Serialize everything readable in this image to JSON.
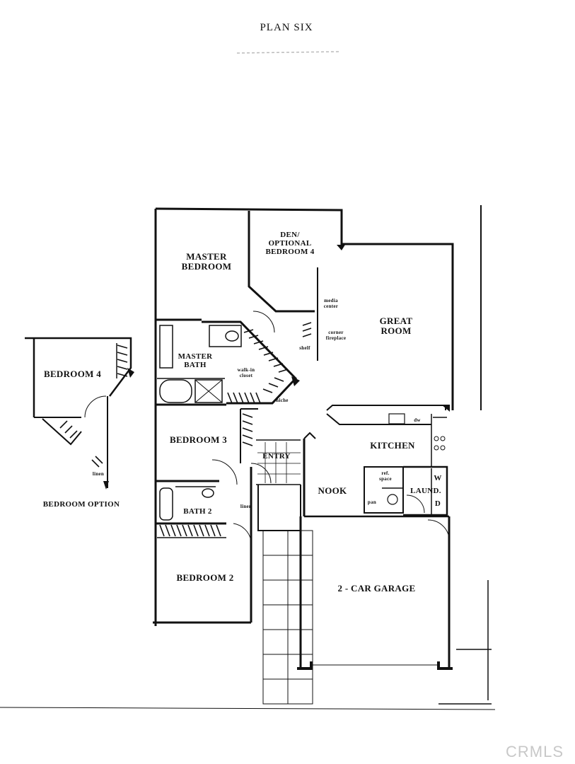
{
  "title": "PLAN SIX",
  "rooms": {
    "master_bedroom": "MASTER\nBEDROOM",
    "den": "DEN/\nOPTIONAL\nBEDROOM 4",
    "great_room": "GREAT\nROOM",
    "master_bath": "MASTER\nBATH",
    "walk_in_closet": "walk-in\ncloset",
    "bedroom_3": "BEDROOM 3",
    "entry": "ENTRY",
    "kitchen": "KITCHEN",
    "nook": "NOOK",
    "laund": "LAUND.",
    "bath_2": "BATH 2",
    "bedroom_2": "BEDROOM 2",
    "garage": "2 - CAR GARAGE",
    "bedroom_4_option": "BEDROOM 4"
  },
  "annotations": {
    "media_center": "media\ncenter",
    "corner_fireplace": "corner\nfireplace",
    "shelf": "shelf",
    "niche": "niche",
    "linen": "linen",
    "ref_space": "ref.\nspace",
    "pan": "pan",
    "dw": "dw",
    "w": "W",
    "d": "D",
    "linen_option": "linen"
  },
  "option_caption": "BEDROOM OPTION",
  "watermark": "CRMLS"
}
